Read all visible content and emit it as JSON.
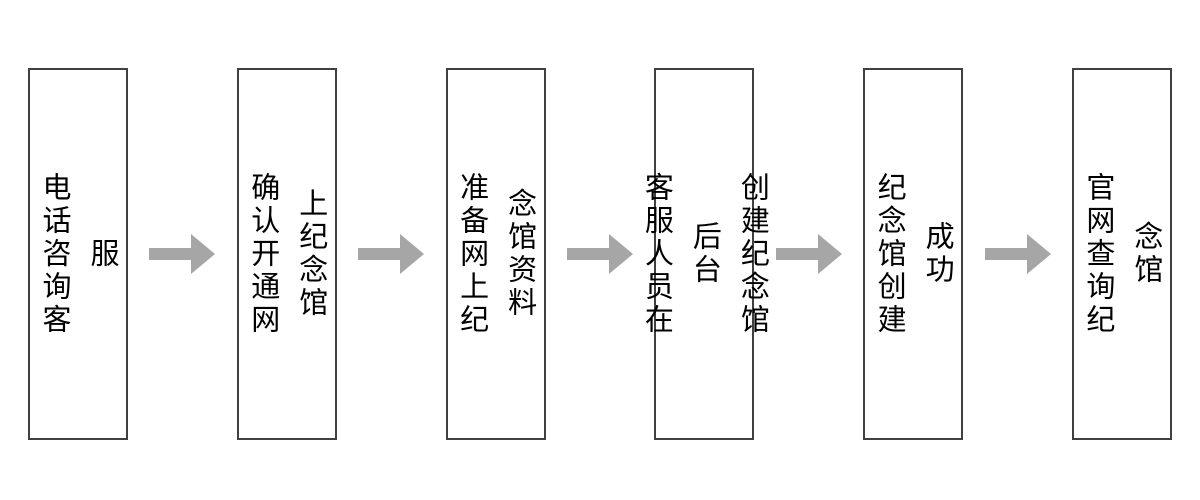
{
  "flowchart": {
    "steps": [
      {
        "label": "电话咨询客服"
      },
      {
        "label": "确认开通网上纪念馆"
      },
      {
        "label": "准备网上纪念馆资料"
      },
      {
        "label": "客服人员在后台\n创建纪念馆"
      },
      {
        "label": "纪念馆创建成功"
      },
      {
        "label": "官网查询纪念馆"
      }
    ],
    "colors": {
      "background": "#ffffff",
      "box_border": "#404040",
      "arrow": "#a6a6a6",
      "text": "#000000"
    }
  }
}
